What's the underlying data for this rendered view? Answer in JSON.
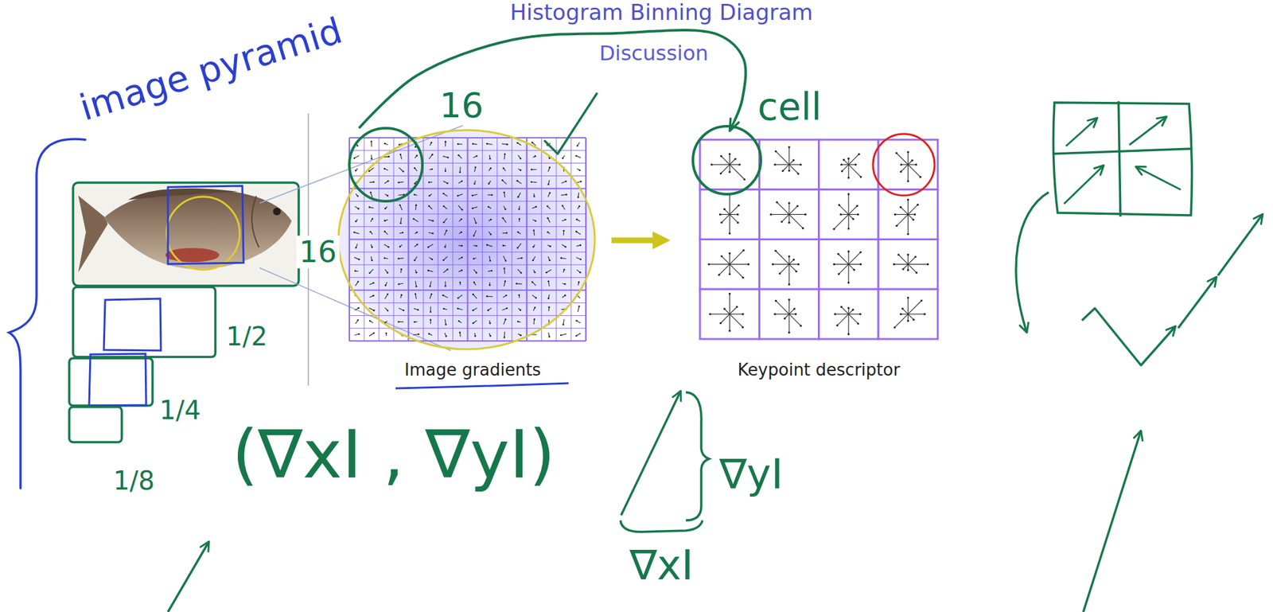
{
  "diagram": {
    "title": "Histogram Binning Diagram",
    "nodes": [
      {
        "text": [
          "Image gradients"
        ]
      },
      {
        "text": [
          "Keypoint descriptor"
        ]
      }
    ],
    "edges": [
      {
        "from": 0,
        "to": 1,
        "arrow": "to"
      },
      {
        "from": 0,
        "to": 1,
        "arrow": "to"
      }
    ],
    "labels": [
      "Discussion",
      "image pyramid",
      "16",
      "cell",
      "16",
      "1/2",
      "1/4",
      "(∇xI , ∇yI)",
      "1/8",
      "∇yI",
      "∇xI"
    ]
  }
}
